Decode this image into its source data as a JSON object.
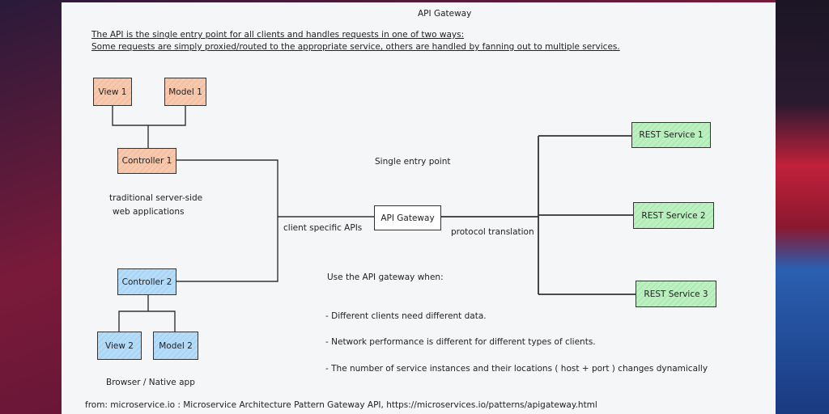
{
  "title": "API Gateway",
  "intro": [
    "The API is the single entry point for all clients and handles requests in one of two ways:",
    "Some requests are simply proxied/routed to the appropriate service, others are handled by fanning out to multiple services."
  ],
  "boxes": {
    "view1": "View 1",
    "model1": "Model 1",
    "controller1": "Controller 1",
    "controller2": "Controller 2",
    "view2": "View 2",
    "model2": "Model 2",
    "gateway": "API Gateway",
    "rest1": "REST Service 1",
    "rest2": "REST Service 2",
    "rest3": "REST Service 3"
  },
  "labels": {
    "single_entry": "Single entry point",
    "traditional1": "traditional server-side",
    "traditional2": "web applications",
    "client_apis": "client specific APIs",
    "protocol": "protocol translation",
    "browser": "Browser / Native app",
    "use_when": "Use the API gateway when:"
  },
  "bullets": [
    "- Different clients need different data.",
    "- Network performance is different for different types of clients.",
    "- The number of service instances and their locations ( host + port ) changes dynamically"
  ],
  "footer": "from: microservice.io : Microservice Architecture Pattern Gateway API,  https://microservices.io/patterns/apigateway.html",
  "colors": {
    "orange": "#f6c8ad",
    "blue": "#b4dbf8",
    "green": "#bcf0c0"
  }
}
